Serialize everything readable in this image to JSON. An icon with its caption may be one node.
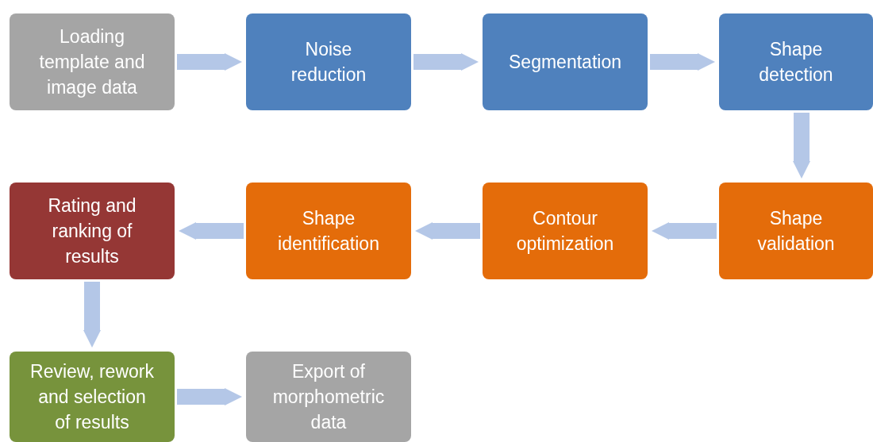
{
  "diagram": {
    "nodes": [
      {
        "text": [
          "Loading template and image data"
        ]
      },
      {
        "text": [
          "Noise reduction"
        ]
      },
      {
        "text": [
          "Segmentation"
        ]
      },
      {
        "text": [
          "Shape detection"
        ]
      },
      {
        "text": [
          "Rating and ranking of results"
        ]
      },
      {
        "text": [
          "Shape identification"
        ]
      },
      {
        "text": [
          "Contour optimization"
        ]
      },
      {
        "text": [
          "Shape validation"
        ]
      },
      {
        "text": [
          "Review, rework and selection of results"
        ]
      },
      {
        "text": [
          "Export of morphometric data"
        ]
      }
    ],
    "edges": [
      {
        "from": 0,
        "to": 1,
        "arrow": "to"
      },
      {
        "from": 1,
        "to": 2,
        "arrow": "to"
      },
      {
        "from": 2,
        "to": 3,
        "arrow": "to"
      },
      {
        "from": 3,
        "to": 7,
        "arrow": "to"
      },
      {
        "from": 7,
        "to": 6,
        "arrow": "to"
      },
      {
        "from": 6,
        "to": 5,
        "arrow": "to"
      },
      {
        "from": 5,
        "to": 4,
        "arrow": "to"
      },
      {
        "from": 4,
        "to": 8,
        "arrow": "to"
      },
      {
        "from": 8,
        "to": 9,
        "arrow": "to"
      }
    ]
  }
}
